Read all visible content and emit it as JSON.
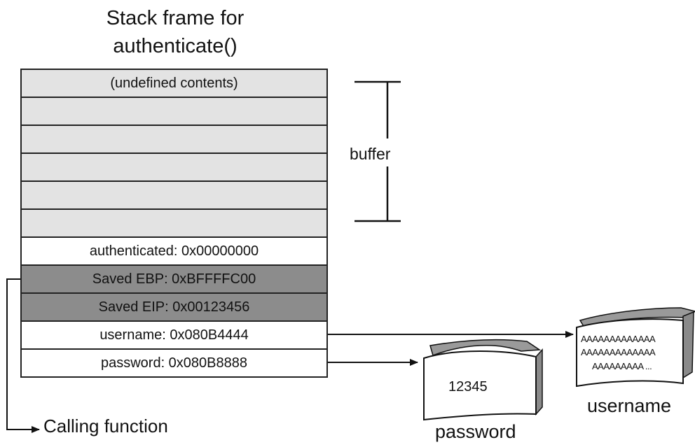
{
  "title": {
    "line1": "Stack frame for",
    "line2": "authenticate()"
  },
  "stack_rows": [
    {
      "text": "(undefined contents)",
      "kind": "buffer"
    },
    {
      "text": "",
      "kind": "buffer"
    },
    {
      "text": "",
      "kind": "buffer"
    },
    {
      "text": "",
      "kind": "buffer"
    },
    {
      "text": "",
      "kind": "buffer"
    },
    {
      "text": "",
      "kind": "buffer"
    },
    {
      "text": "authenticated: 0x00000000",
      "kind": "white"
    },
    {
      "text": "Saved EBP: 0xBFFFFC00",
      "kind": "dark"
    },
    {
      "text": "Saved EIP: 0x00123456",
      "kind": "dark"
    },
    {
      "text": "username: 0x080B4444",
      "kind": "white"
    },
    {
      "text": "password: 0x080B8888",
      "kind": "white"
    }
  ],
  "labels": {
    "buffer": "buffer",
    "calling_function": "Calling function",
    "password": "password",
    "username": "username"
  },
  "password_buffer": {
    "value": "12345"
  },
  "username_buffer": {
    "lines": [
      "AAAAAAAAAAAAA",
      "AAAAAAAAAAAAA",
      "AAAAAAAAA ..."
    ]
  },
  "colors": {
    "buffer_fill": "#e3e3e3",
    "saved_fill": "#8c8c8c",
    "plain_fill": "#ffffff"
  }
}
